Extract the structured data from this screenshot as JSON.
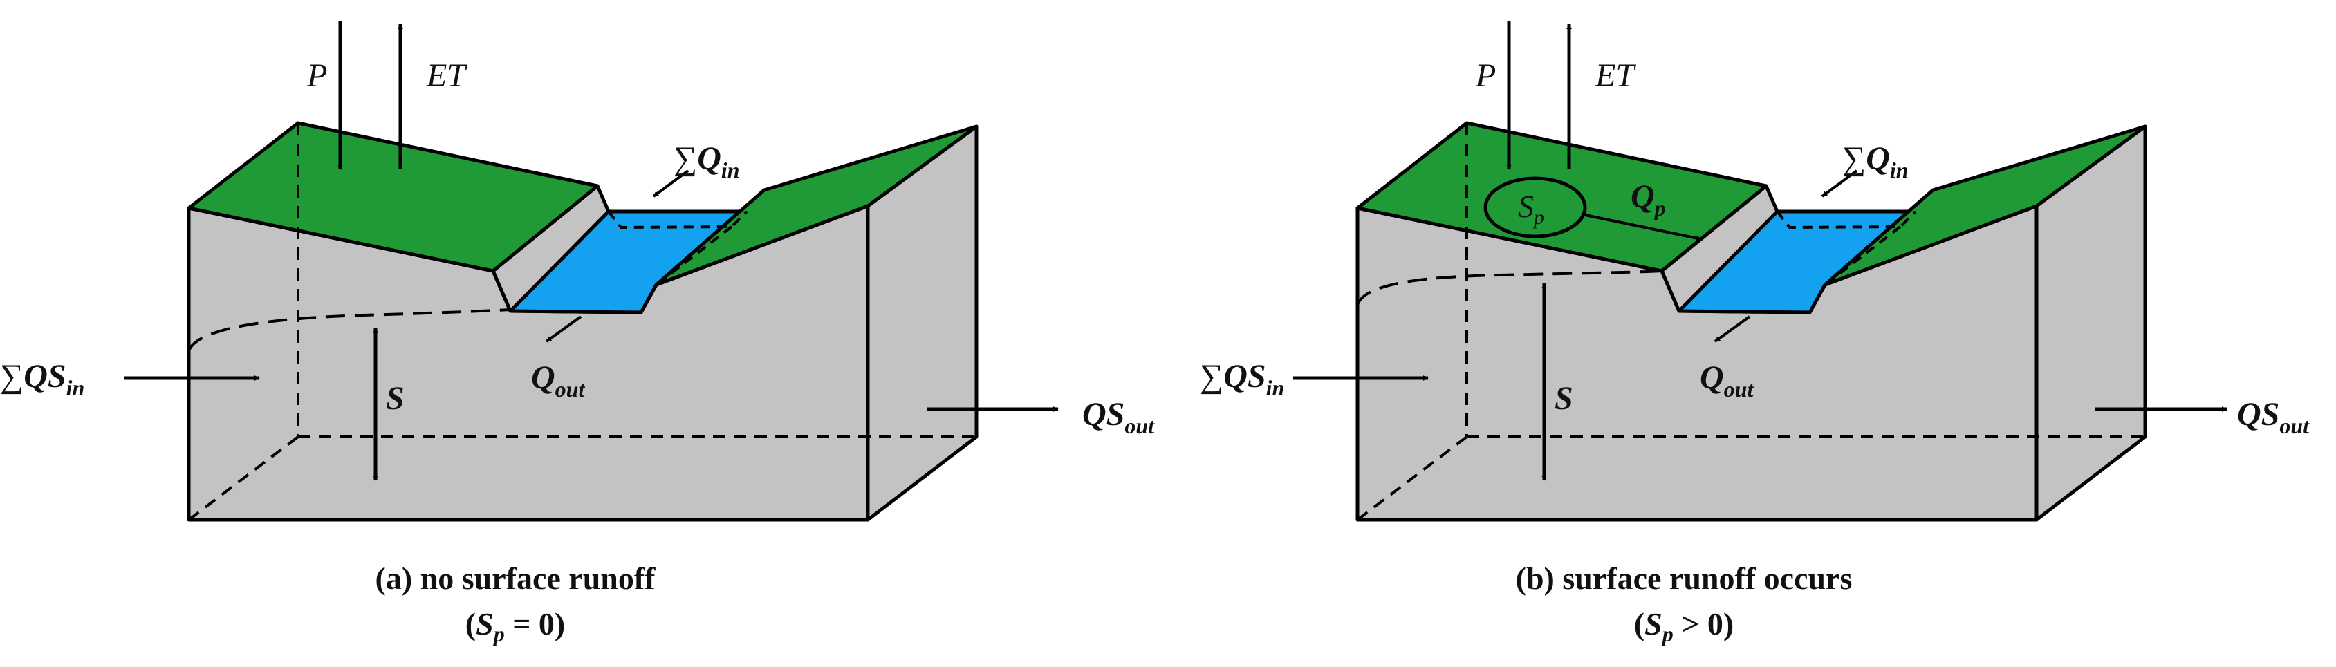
{
  "colors": {
    "soil": "#c3c3c3",
    "grass": "#1f9a37",
    "water": "#14a1f0",
    "line": "#000000"
  },
  "panels": [
    {
      "labels": {
        "p": "P",
        "et": "ET",
        "sum": "∑",
        "q": "Q",
        "in": "in",
        "out": "out",
        "qs": "QS",
        "s": "S"
      },
      "caption": {
        "line1": "(a) no surface runoff",
        "line2_open": "(",
        "line2_s": "S",
        "line2_sub": "p",
        "line2_rest": " = 0)"
      }
    },
    {
      "labels": {
        "p": "P",
        "et": "ET",
        "sum": "∑",
        "q": "Q",
        "in": "in",
        "out": "out",
        "qs": "QS",
        "s": "S",
        "sp_s": "S",
        "sp_sub": "p",
        "qp_q": "Q",
        "qp_sub": "p"
      },
      "caption": {
        "line1": "(b) surface runoff occurs",
        "line2_open": "(",
        "line2_s": "S",
        "line2_sub": "p",
        "line2_rest": " > 0)"
      }
    }
  ]
}
